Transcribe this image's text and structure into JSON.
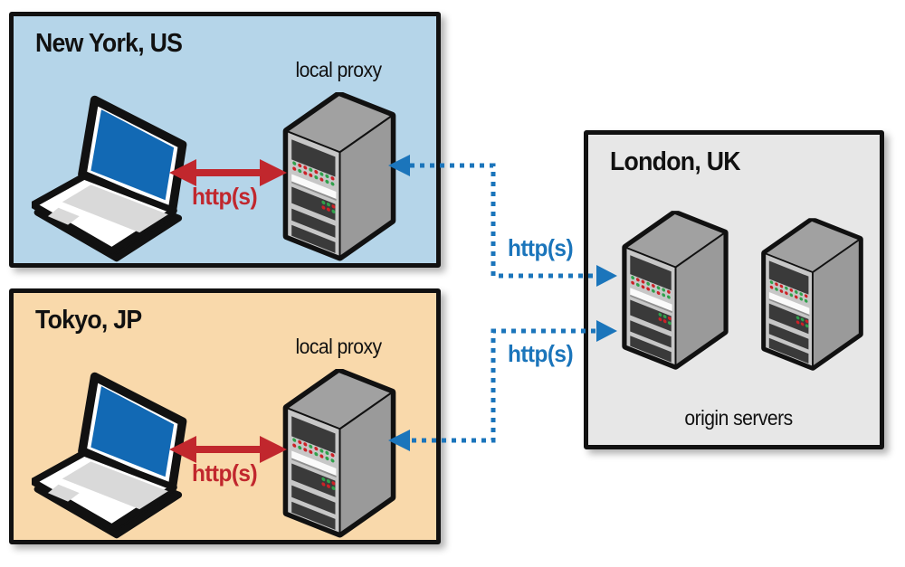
{
  "colors": {
    "canvas_bg": "#ffffff",
    "ny_bg": "#b5d5e9",
    "tokyo_bg": "#f9d9ab",
    "london_bg": "#e7e7e7",
    "border": "#111111",
    "red": "#c1272d",
    "blue": "#1b75bb",
    "screen_blue": "#1269b4",
    "text": "#111111"
  },
  "regions": {
    "new_york": {
      "title": "New York, US",
      "proxy_label": "local proxy",
      "link_label": "http(s)"
    },
    "tokyo": {
      "title": "Tokyo, JP",
      "proxy_label": "local proxy",
      "link_label": "http(s)"
    },
    "london": {
      "title": "London, UK",
      "servers_label": "origin servers"
    }
  },
  "connections": {
    "ny_london": {
      "label": "http(s)",
      "style": "dotted-blue",
      "direction": "bidirectional-hops"
    },
    "tokyo_london": {
      "label": "http(s)",
      "style": "dotted-blue",
      "direction": "bidirectional-hops"
    }
  }
}
